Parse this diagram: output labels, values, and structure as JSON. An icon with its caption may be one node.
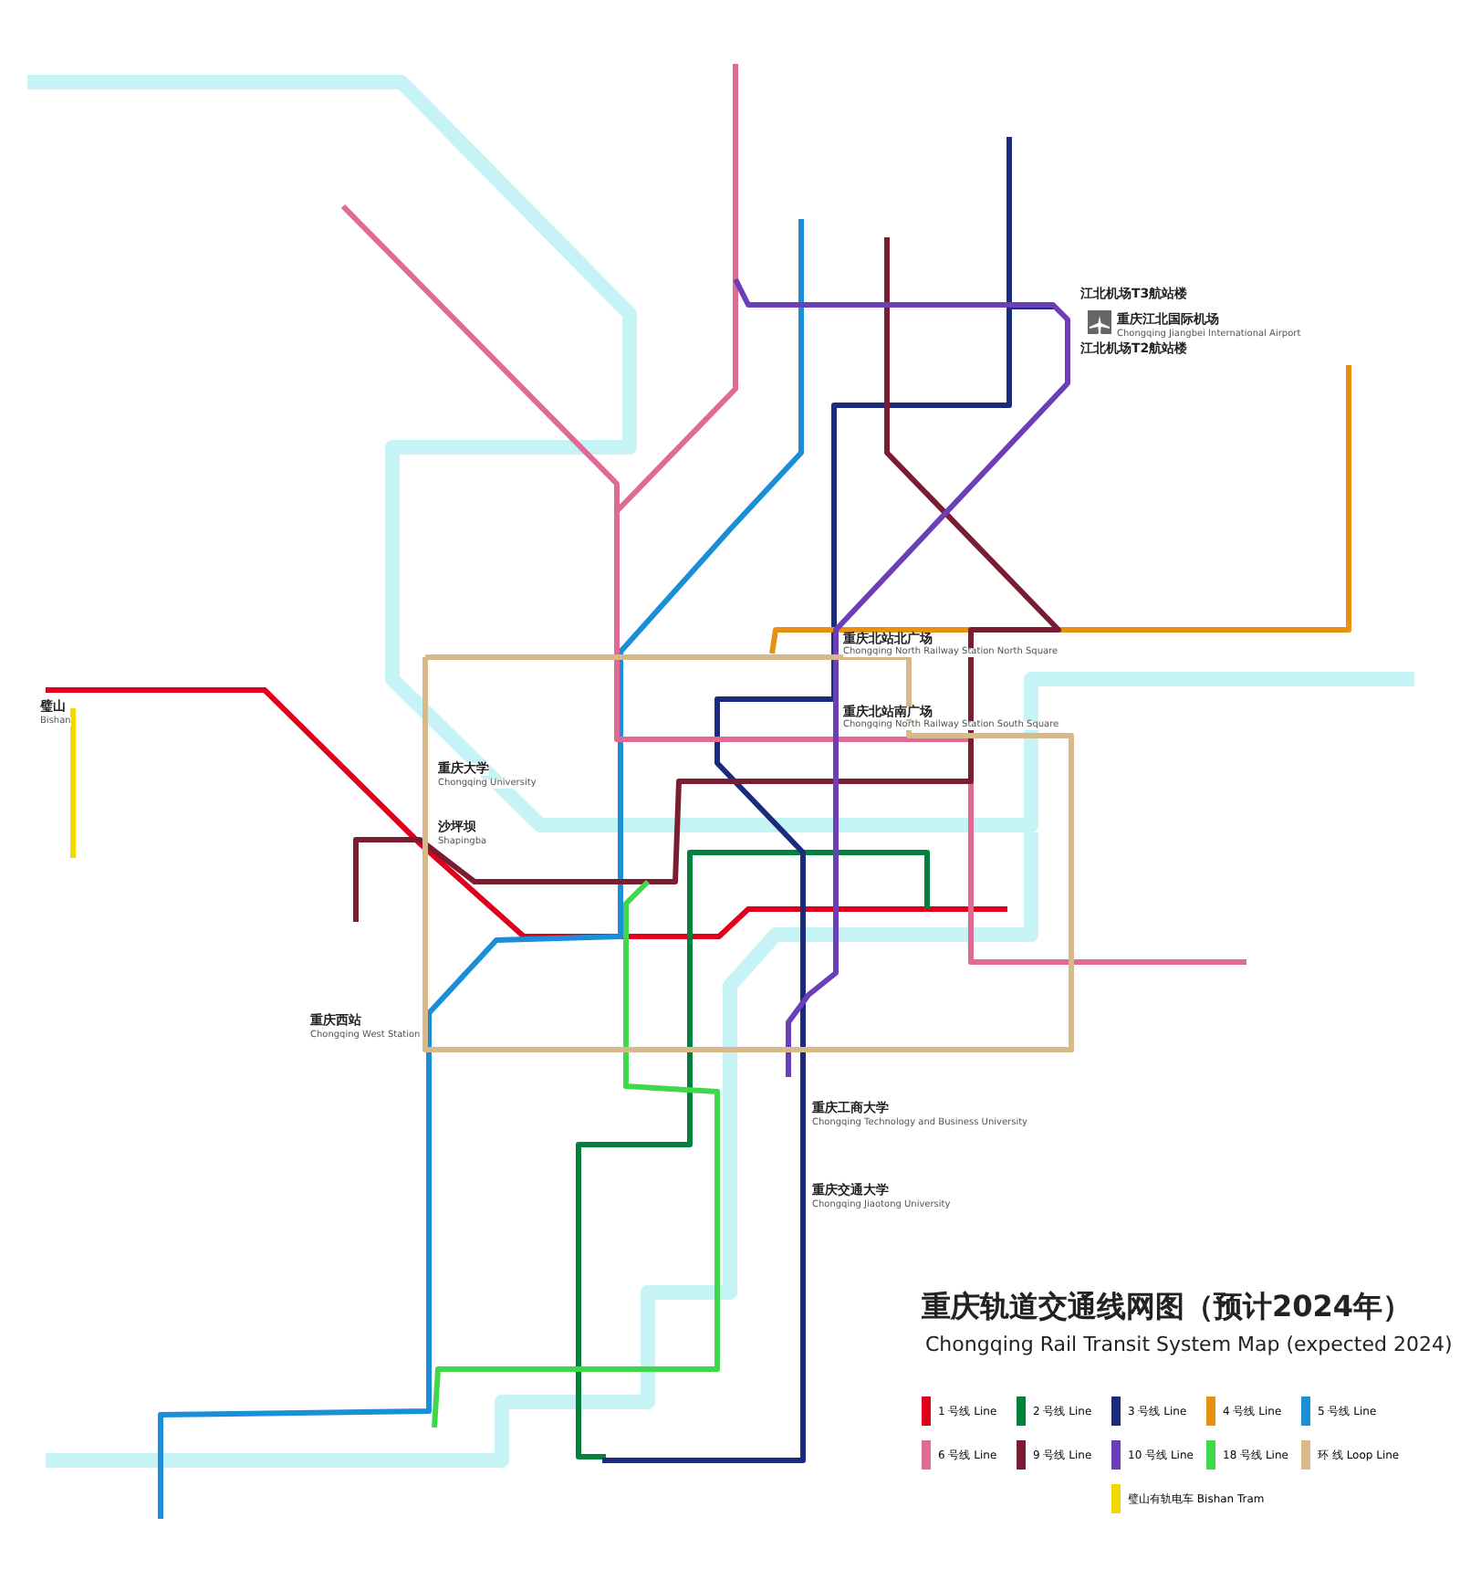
{
  "diagram": {
    "title": "重庆轨道交通线网图（预计2024年）",
    "labels": [
      "Chongqing Rail Transit System Map (expected 2024)",
      "重庆江北国际机场",
      "Chongqing Jiangbei International Airport",
      "江北机场T3航站楼",
      "江北机场T2航站楼",
      "重庆北站北广场",
      "Chongqing North Railway Station North Square",
      "重庆北站南广场",
      "Chongqing North Railway Station South Square",
      "重庆大学",
      "Chongqing University",
      "沙坪坝",
      "Shapingba",
      "重庆西站",
      "Chongqing West Station",
      "重庆工商大学",
      "Chongqing Technology and Business University",
      "重庆交通大学",
      "Chongqing Jiaotong University",
      "璧山",
      "Bishan"
    ],
    "legend": [
      {
        "text": "1 号线 Line",
        "color": "#e0001b"
      },
      {
        "text": "2 号线 Line",
        "color": "#00823c"
      },
      {
        "text": "3 号线 Line",
        "color": "#1b2a7a"
      },
      {
        "text": "4 号线 Line",
        "color": "#e8900f"
      },
      {
        "text": "5 号线 Line",
        "color": "#1a8fd8"
      },
      {
        "text": "6 号线 Line",
        "color": "#e06a95"
      },
      {
        "text": "9 号线 Line",
        "color": "#7b1d32"
      },
      {
        "text": "10 号线 Line",
        "color": "#6b3fb8"
      },
      {
        "text": "18 号线 Line",
        "color": "#3fd84a"
      },
      {
        "text": "环 线 Loop Line",
        "color": "#d8b98a"
      },
      {
        "text": "璧山有轨电车 Bishan Tram",
        "color": "#f2d700"
      }
    ]
  }
}
